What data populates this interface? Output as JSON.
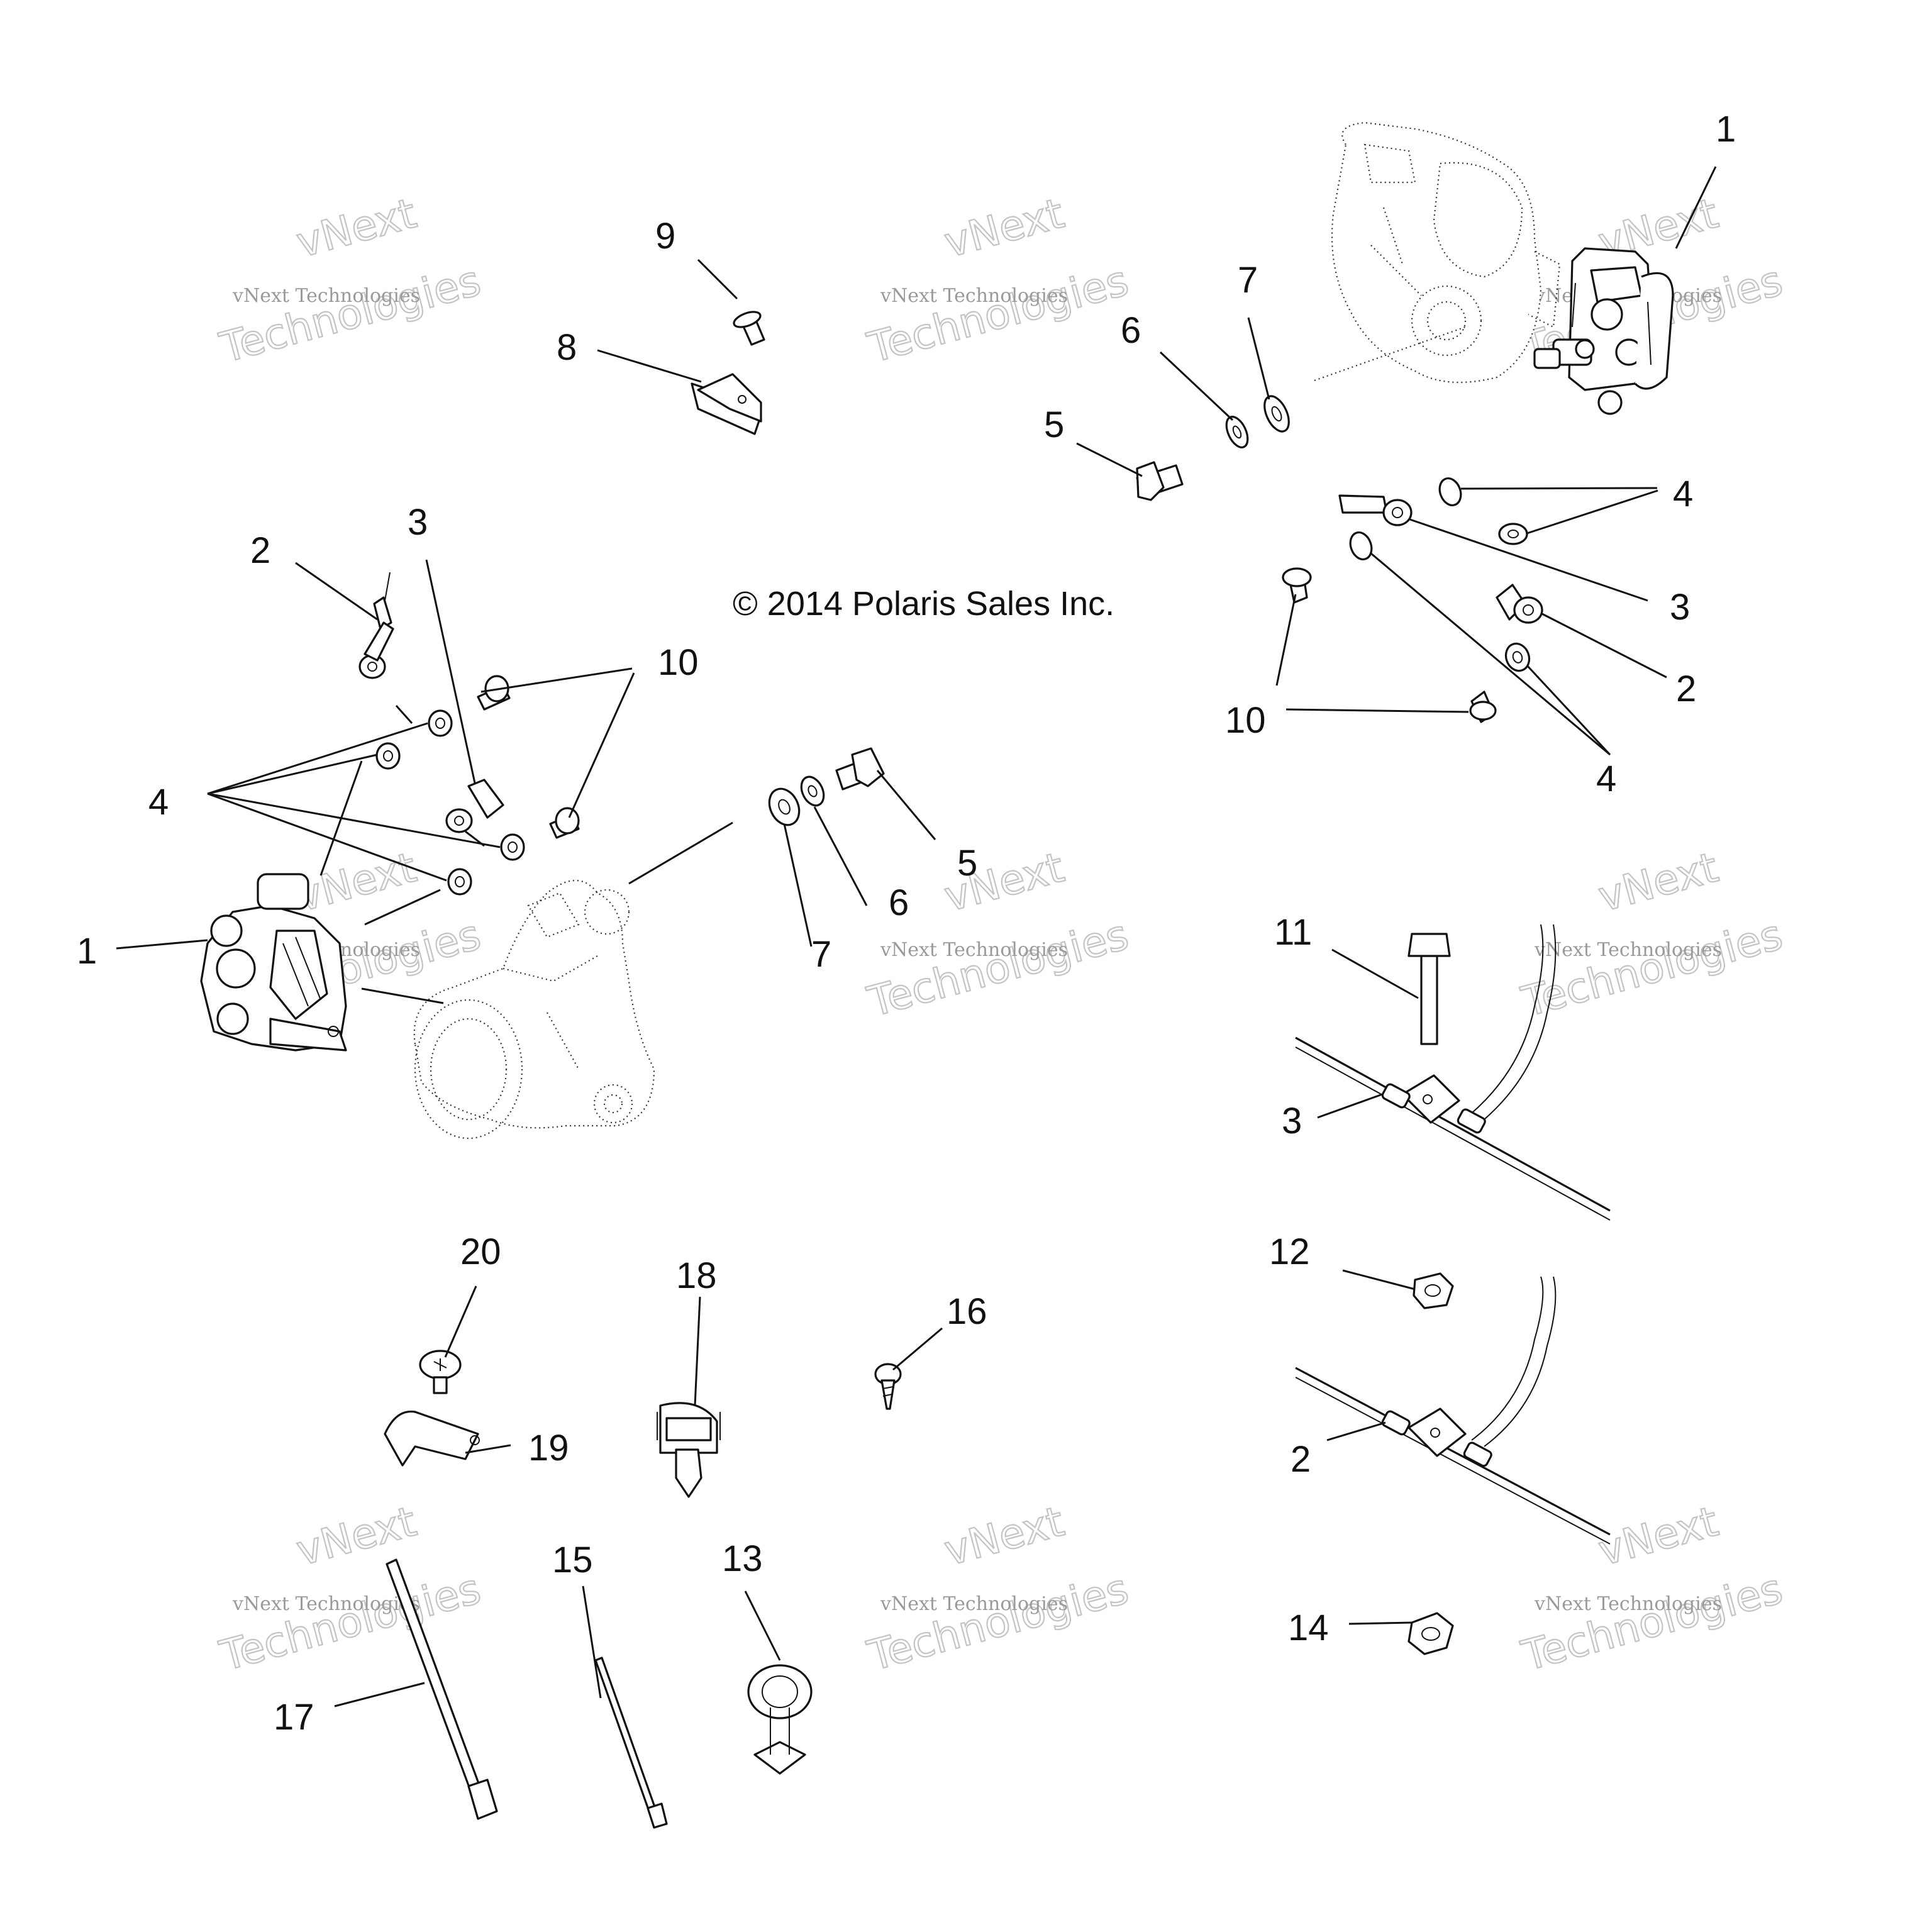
{
  "copyright": "© 2014 Polaris Sales Inc.",
  "watermark": {
    "line1": "vNext",
    "line2": "vNext Technologies",
    "line3": "Technologies"
  },
  "callouts": {
    "c1a": "1",
    "c1b": "1",
    "c2a": "2",
    "c2b": "2",
    "c2c": "2",
    "c3a": "3",
    "c3b": "3",
    "c3c": "3",
    "c4a": "4",
    "c4b": "4",
    "c4c": "4",
    "c5a": "5",
    "c5b": "5",
    "c6a": "6",
    "c6b": "6",
    "c7a": "7",
    "c7b": "7",
    "c8": "8",
    "c9": "9",
    "c10a": "10",
    "c10b": "10",
    "c11": "11",
    "c12": "12",
    "c13": "13",
    "c14": "14",
    "c15": "15",
    "c16": "16",
    "c17": "17",
    "c18": "18",
    "c19": "19",
    "c20": "20"
  }
}
